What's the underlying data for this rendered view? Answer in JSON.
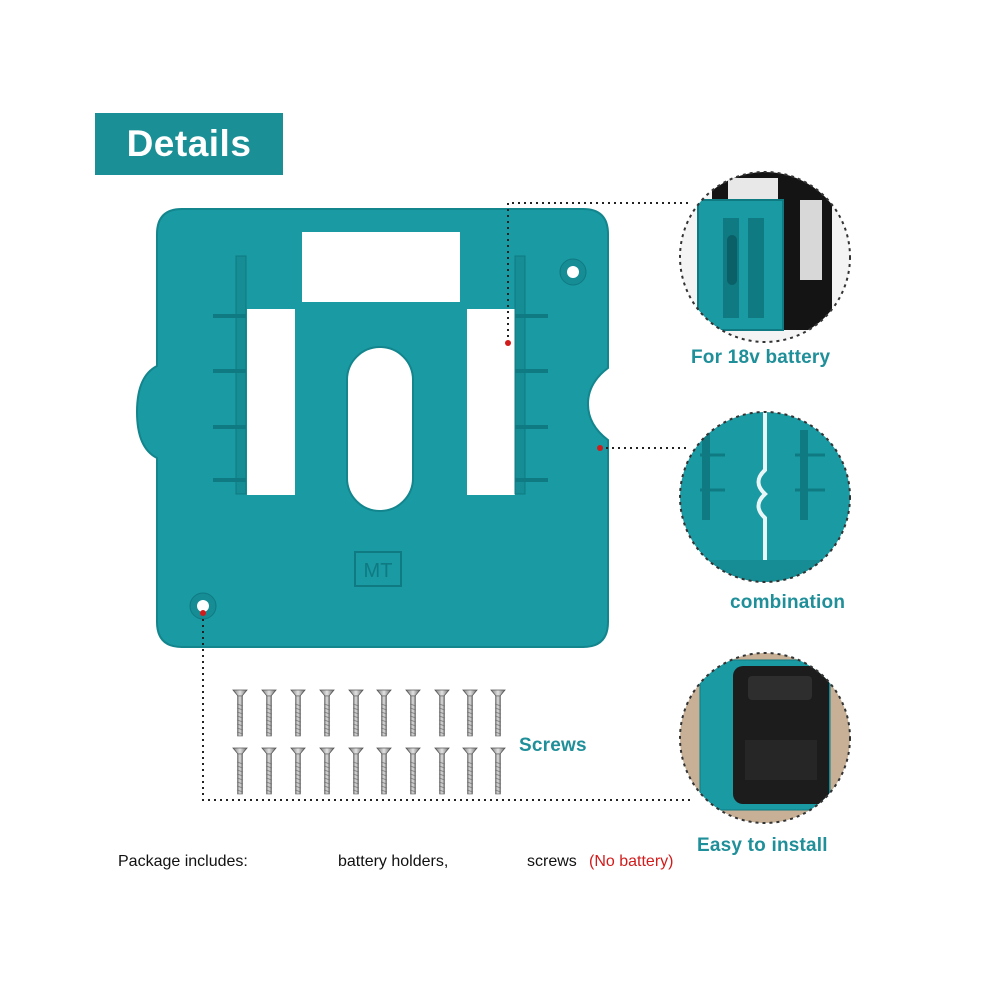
{
  "header": {
    "title": "Details"
  },
  "product": {
    "logo_text": "MT"
  },
  "callouts": {
    "battery": "For 18v battery",
    "combination": "combination",
    "install": "Easy to install",
    "screws": "Screws"
  },
  "footer": {
    "label": "Package includes:",
    "item1": "battery holders,",
    "item2": "screws",
    "note": "(No battery)"
  },
  "colors": {
    "teal": "#1a9aa3",
    "accent_text": "#1f8f99",
    "warning": "#d21c1c"
  }
}
